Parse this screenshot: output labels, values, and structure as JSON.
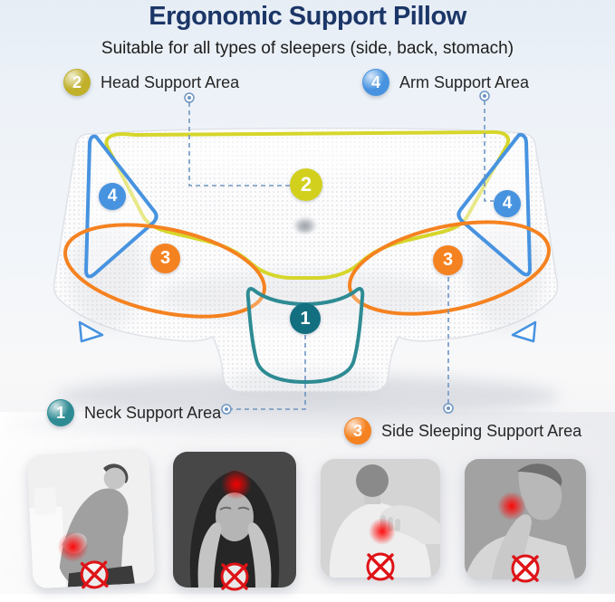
{
  "header": {
    "title": "Ergonomic Support Pillow",
    "subtitle": "Suitable for all types of sleepers (side, back, stomach)"
  },
  "legend": {
    "head": {
      "num": "2",
      "label": "Head Support Area"
    },
    "arm": {
      "num": "4",
      "label": "Arm Support Area"
    },
    "neck": {
      "num": "1",
      "label": "Neck Support Area"
    },
    "side": {
      "num": "3",
      "label": "Side Sleeping Support Area"
    }
  },
  "markers": {
    "head": "2",
    "arm_left": "4",
    "arm_right": "4",
    "side_left": "3",
    "side_right": "3",
    "neck": "1"
  },
  "colors": {
    "title": "#1b3667",
    "head_outline": "#d6d62b",
    "head_marker": "#d2d01d",
    "head_badge": "#c0b02a",
    "arm": "#4793e0",
    "side": "#f58220",
    "neck_marker": "#126f80",
    "neck_badge": "#2e8b93",
    "connector": "#6e95c2",
    "alert": "#de1317"
  },
  "photos": [
    {
      "alt": "man with lower back pain",
      "icon": "crossed-out-circle-icon"
    },
    {
      "alt": "woman with headache",
      "icon": "crossed-out-circle-icon"
    },
    {
      "alt": "person with shoulder pain",
      "icon": "crossed-out-circle-icon"
    },
    {
      "alt": "man with neck pain",
      "icon": "crossed-out-circle-icon"
    }
  ]
}
